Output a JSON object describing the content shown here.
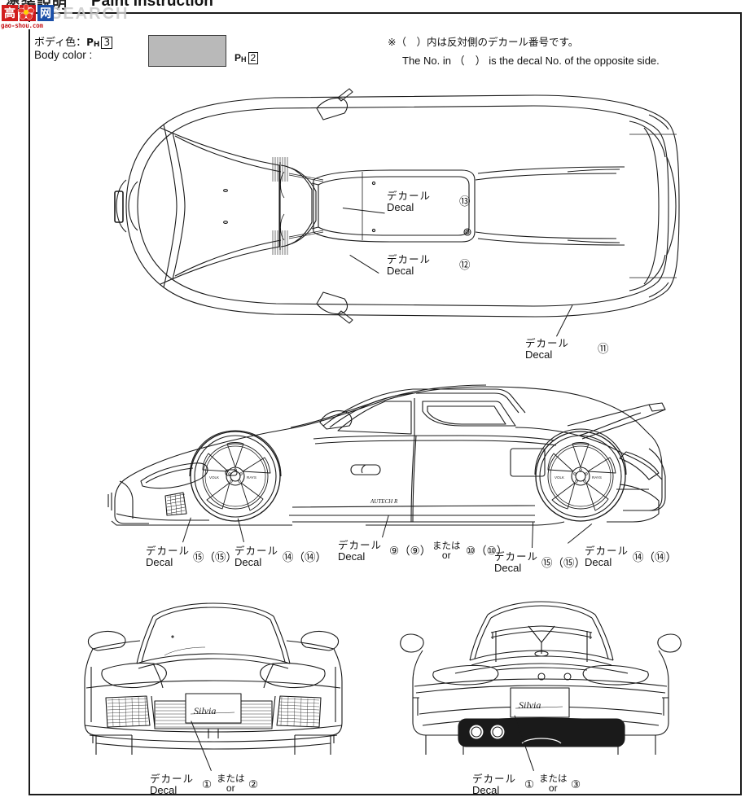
{
  "document": {
    "title_jp": "塗装説明",
    "title_en": "Paint Instruction"
  },
  "watermark": {
    "char1": "高",
    "char2": "手",
    "char3": "网",
    "url": "gao-shou.com",
    "ghost_text": "SEARCH"
  },
  "body_color": {
    "label_jp": "ボディ色：",
    "label_en": "Body color :",
    "code_prefix": "P",
    "code_sub": "H",
    "code_number": "3",
    "swatch_hex": "#b9b9b9",
    "swatch_code_prefix": "P",
    "swatch_code_sub": "H",
    "swatch_code_number": "2"
  },
  "note": {
    "jp": "※（　）内は反対側のデカール番号です。",
    "en": "The No. in （　） is the decal No. of the opposite side."
  },
  "labels": {
    "decal_jp": "デカール",
    "decal_en": "Decal",
    "or_jp": "または",
    "or_en": "or"
  },
  "callouts": [
    {
      "id": "top-13",
      "view": "top",
      "jp": "デカール",
      "en": "Decal",
      "numbers": "⑬"
    },
    {
      "id": "top-12",
      "view": "top",
      "jp": "デカール",
      "en": "Decal",
      "numbers": "⑫"
    },
    {
      "id": "top-11",
      "view": "top",
      "jp": "デカール",
      "en": "Decal",
      "numbers": "⑪"
    },
    {
      "id": "side-15L",
      "view": "side",
      "jp": "デカール",
      "en": "Decal",
      "numbers": "⑮（⑮）"
    },
    {
      "id": "side-14L",
      "view": "side",
      "jp": "デカール",
      "en": "Decal",
      "numbers": "⑭（⑭）"
    },
    {
      "id": "side-9-10",
      "view": "side",
      "jp": "デカール",
      "en": "Decal",
      "numbers": "⑨（⑨）",
      "or_jp": "または",
      "or_en": "or",
      "numbers2": "⑩（⑩）"
    },
    {
      "id": "side-15R",
      "view": "side",
      "jp": "デカール",
      "en": "Decal",
      "numbers": "⑮（⑮）"
    },
    {
      "id": "side-14R",
      "view": "side",
      "jp": "デカール",
      "en": "Decal",
      "numbers": "⑭（⑭）"
    },
    {
      "id": "front-1-2",
      "view": "front",
      "jp": "デカール",
      "en": "Decal",
      "numbers": "①",
      "or_jp": "または",
      "or_en": "or",
      "numbers2": "②"
    },
    {
      "id": "rear-1-3",
      "view": "rear",
      "jp": "デカール",
      "en": "Decal",
      "numbers": "①",
      "or_jp": "または",
      "or_en": "or",
      "numbers2": "③"
    }
  ],
  "car_art": {
    "badge_front": "Silvia",
    "badge_rear": "Silvia",
    "badge_side": "AUTECH R",
    "wheel_text_left": "VOLK",
    "wheel_text_right": "RAYS"
  }
}
